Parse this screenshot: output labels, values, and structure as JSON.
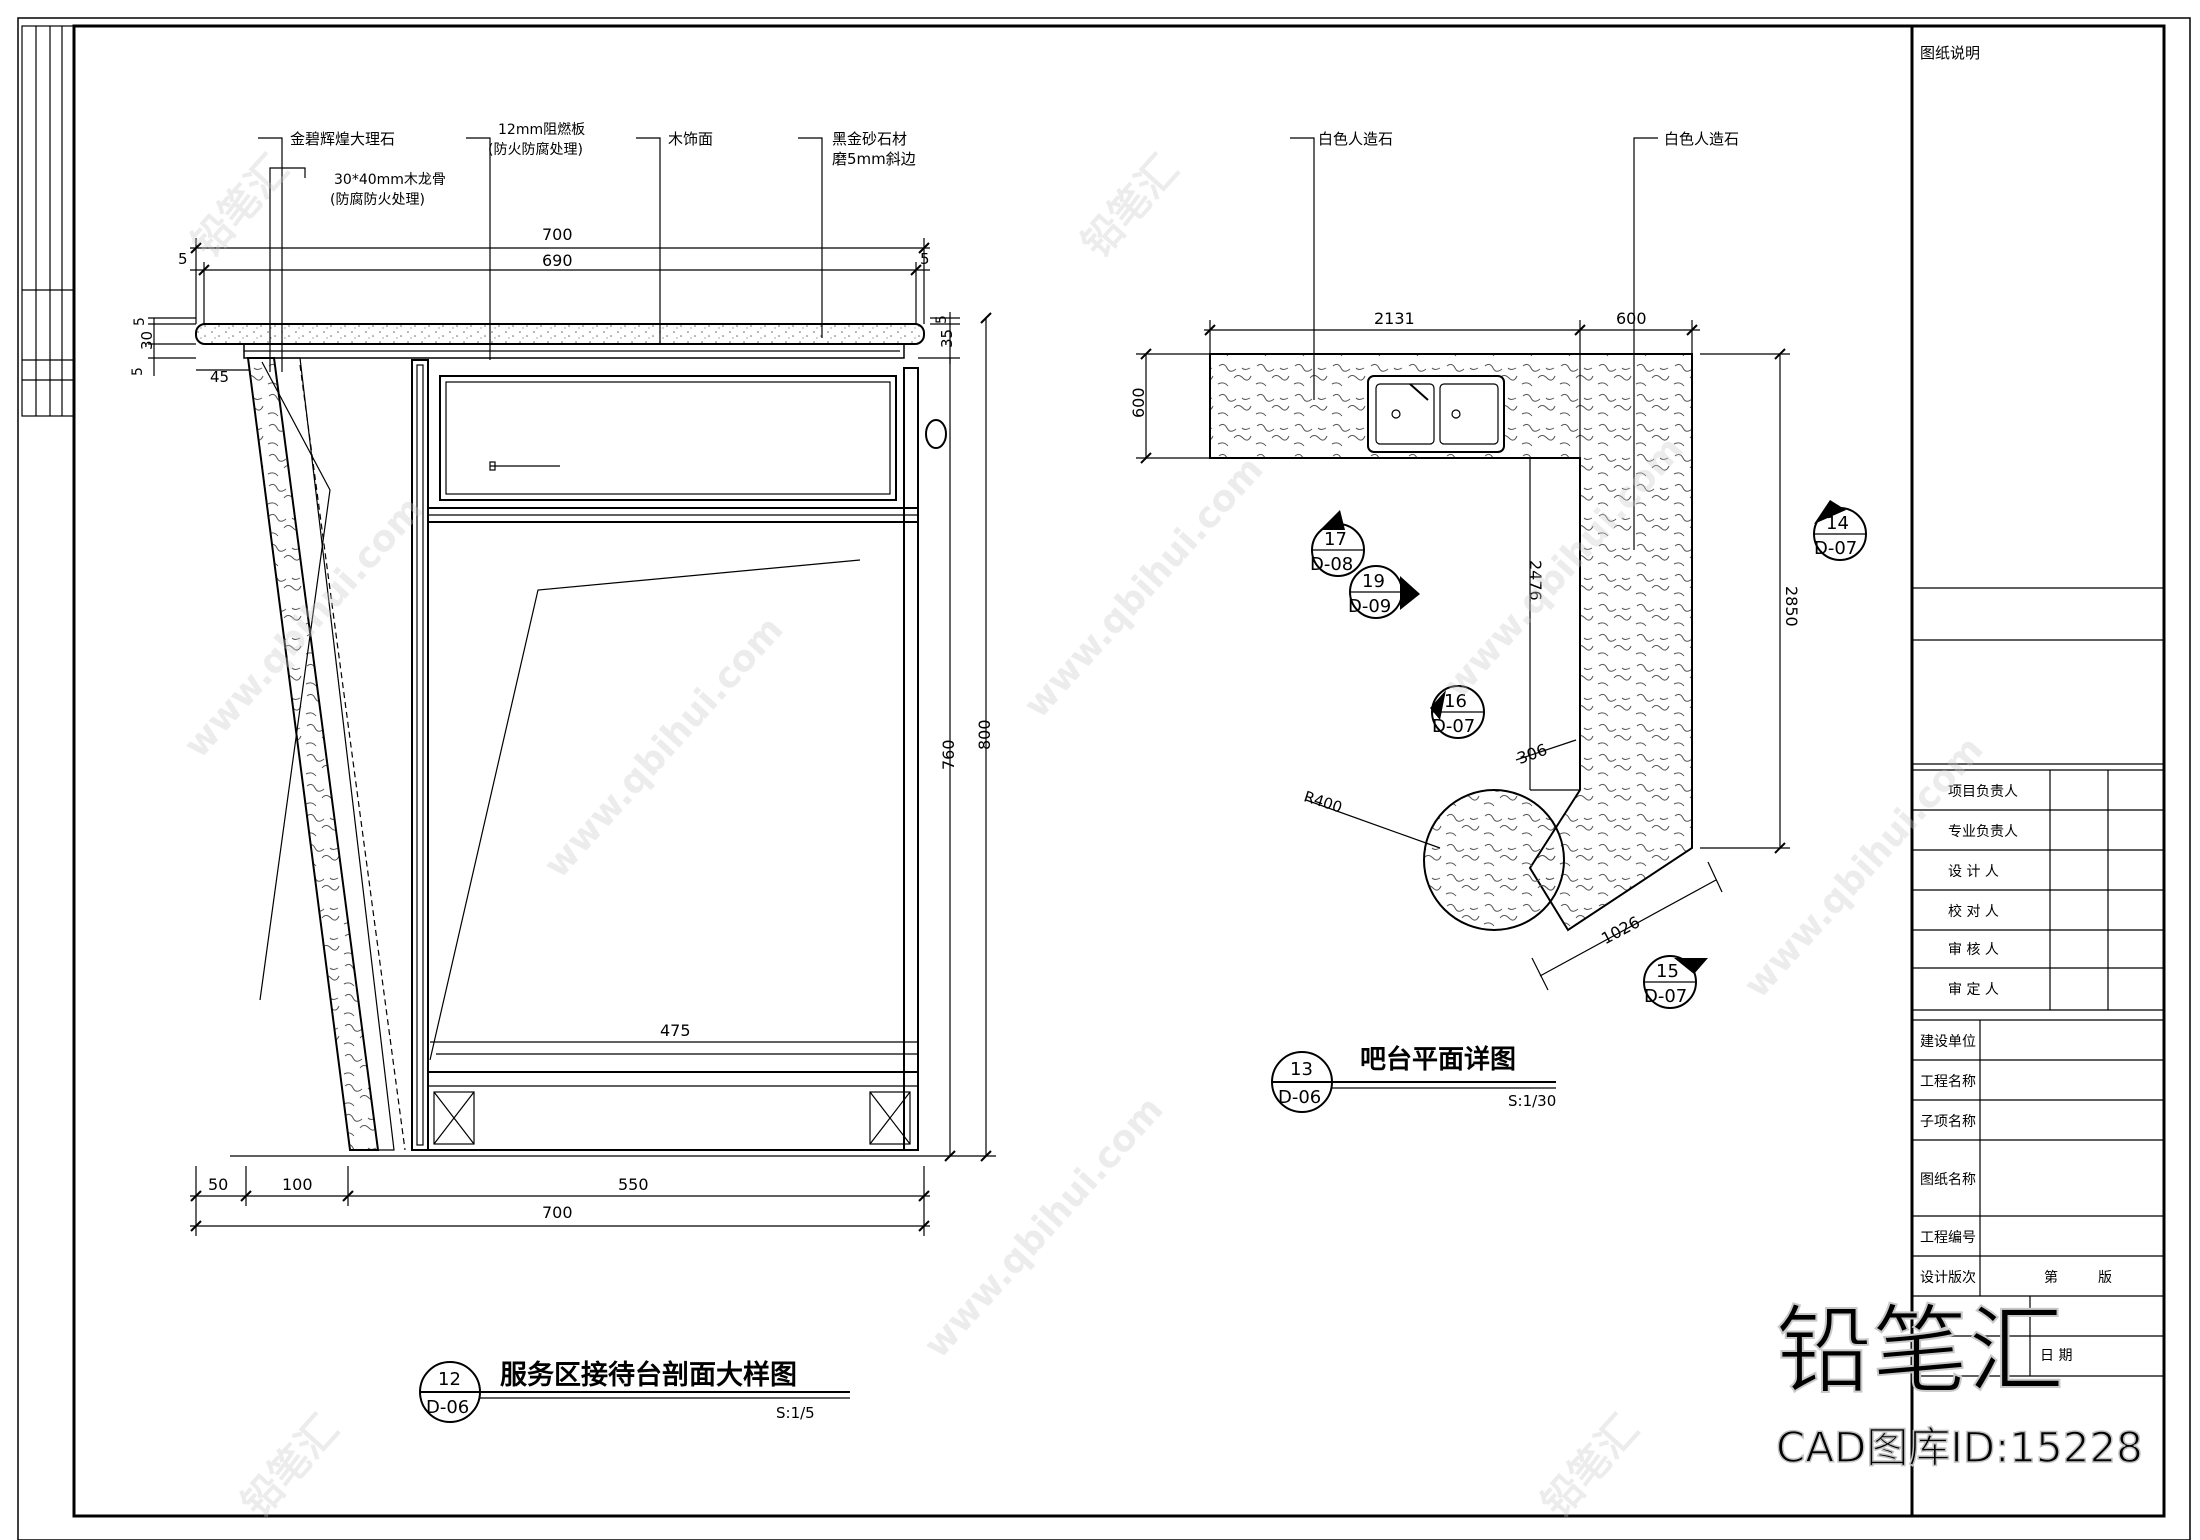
{
  "section_drawing": {
    "number": "12",
    "sheet_ref": "D-06",
    "title": "服务区接待台剖面大样图",
    "scale": "S:1/5",
    "notes": [
      "金碧辉煌大理石",
      "30*40mm木龙骨",
      "(防腐防火处理)",
      "12mm阻燃板",
      "(防火防腐处理)",
      "木饰面",
      "黑金砂石材",
      "磨5mm斜边"
    ],
    "dimensions": {
      "top_total": "700",
      "top_inner": "690",
      "top_left_offset": "5",
      "top_right_offset": "5",
      "left_top_5": "5",
      "left_30": "30",
      "left_bottom_5": "5",
      "left_45": "45",
      "right_5": "5",
      "right_35": "35",
      "height_760": "760",
      "height_800": "800",
      "inner_475": "475",
      "bottom_50": "50",
      "bottom_100": "100",
      "bottom_550": "550",
      "bottom_total": "700"
    }
  },
  "plan_drawing": {
    "number": "13",
    "sheet_ref": "D-06",
    "title": "吧台平面详图",
    "scale": "S:1/30",
    "notes": [
      "白色人造石",
      "白色人造石"
    ],
    "dimensions": {
      "top_2131": "2131",
      "top_600": "600",
      "left_600": "600",
      "inner_2476": "2476",
      "right_2850": "2850",
      "diag_306": "306",
      "radius": "R400",
      "diag_1026": "1026"
    },
    "callouts": [
      {
        "num": "17",
        "ref": "D-08"
      },
      {
        "num": "19",
        "ref": "D-09"
      },
      {
        "num": "14",
        "ref": "D-07"
      },
      {
        "num": "16",
        "ref": "D-07"
      },
      {
        "num": "15",
        "ref": "D-07"
      }
    ]
  },
  "title_block": {
    "header": "图纸说明",
    "roles": [
      "项目负责人",
      "专业负责人",
      "设 计 人",
      "校 对 人",
      "审 核 人",
      "审 定 人"
    ],
    "fields": [
      "建设单位",
      "工程名称",
      "子项名称",
      "图纸名称",
      "工程编号",
      "设计版次"
    ],
    "version_prefix": "第",
    "version_suffix": "版",
    "date_label": "日 期"
  },
  "watermark": {
    "site": "www.qbihui.com",
    "brand": "铅笔汇",
    "cad_id": "CAD图库ID:15228"
  }
}
